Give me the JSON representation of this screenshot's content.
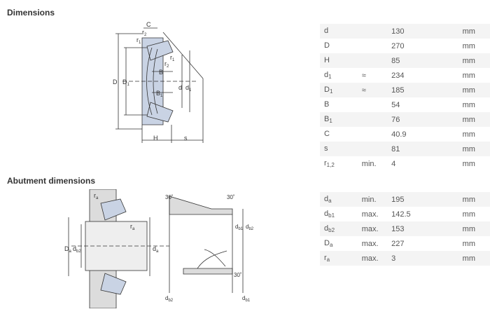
{
  "headings": {
    "dimensions": "Dimensions",
    "abutment": "Abutment dimensions"
  },
  "dimensions": [
    {
      "sym": "d",
      "sub": "",
      "qual": "",
      "val": "130",
      "unit": "mm"
    },
    {
      "sym": "D",
      "sub": "",
      "qual": "",
      "val": "270",
      "unit": "mm"
    },
    {
      "sym": "H",
      "sub": "",
      "qual": "",
      "val": "85",
      "unit": "mm"
    },
    {
      "sym": "d",
      "sub": "1",
      "qual": "≈",
      "val": "234",
      "unit": "mm"
    },
    {
      "sym": "D",
      "sub": "1",
      "qual": "≈",
      "val": "185",
      "unit": "mm"
    },
    {
      "sym": "B",
      "sub": "",
      "qual": "",
      "val": "54",
      "unit": "mm"
    },
    {
      "sym": "B",
      "sub": "1",
      "qual": "",
      "val": "76",
      "unit": "mm"
    },
    {
      "sym": "C",
      "sub": "",
      "qual": "",
      "val": "40.9",
      "unit": "mm"
    },
    {
      "sym": "s",
      "sub": "",
      "qual": "",
      "val": "81",
      "unit": "mm"
    },
    {
      "sym": "r",
      "sub": "1,2",
      "qual": "min.",
      "val": "4",
      "unit": "mm"
    }
  ],
  "abutment": [
    {
      "sym": "d",
      "sub": "a",
      "qual": "min.",
      "val": "195",
      "unit": "mm"
    },
    {
      "sym": "d",
      "sub": "b1",
      "qual": "max.",
      "val": "142.5",
      "unit": "mm"
    },
    {
      "sym": "d",
      "sub": "b2",
      "qual": "max.",
      "val": "153",
      "unit": "mm"
    },
    {
      "sym": "D",
      "sub": "a",
      "qual": "max.",
      "val": "227",
      "unit": "mm"
    },
    {
      "sym": "r",
      "sub": "a",
      "qual": "max.",
      "val": "3",
      "unit": "mm"
    }
  ],
  "drawing_labels": {
    "C": "C",
    "r2": "r",
    "r2_sub": "2",
    "r1": "r",
    "r1_sub": "1",
    "B": "B",
    "B1": "B",
    "B1_sub": "1",
    "D": "D",
    "D1": "D",
    "D1_sub": "1",
    "d": "d",
    "d1": "d",
    "d1_sub": "1",
    "H": "H",
    "s": "s",
    "ra": "r",
    "ra_sub": "a",
    "Da": "D",
    "Da_sub": "a",
    "db2": "d",
    "db2_sub": "b2",
    "da": "d",
    "da_sub": "a",
    "db1": "d",
    "db1_sub": "b1",
    "angle": "30˚"
  },
  "colors": {
    "bearing_fill": "#c9d3e4",
    "housing_fill": "#dcdcdc",
    "shaft_fill": "#eeeeee",
    "row_alt": "#f4f4f4"
  }
}
